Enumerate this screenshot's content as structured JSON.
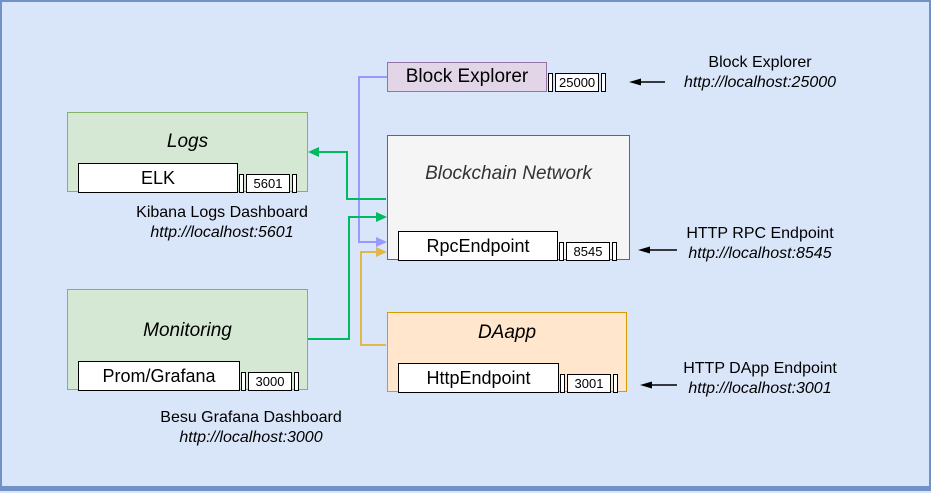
{
  "colors": {
    "canvas_bg": "#d9e5f8",
    "canvas_border": "#7191c7",
    "green_fill": "#d5e8d4",
    "green_border": "#82b366",
    "purple_fill": "#e1d5e7",
    "purple_border": "#9673a6",
    "gray_fill": "#f5f5f5",
    "gray_border": "#666666",
    "orange_fill": "#ffe6cc",
    "orange_border": "#d79b00",
    "conn_green": "#00ba5f",
    "conn_purple": "#9999ff",
    "conn_yellow": "#e2b648",
    "conn_black": "#000000"
  },
  "nodes": {
    "block_explorer": {
      "label": "Block Explorer",
      "port": "25000"
    },
    "logs": {
      "title": "Logs",
      "component": "ELK",
      "port": "5601"
    },
    "monitoring": {
      "title": "Monitoring",
      "component": "Prom/Grafana",
      "port": "3000"
    },
    "blockchain": {
      "title": "Blockchain Network",
      "component": "RpcEndpoint",
      "port": "8545"
    },
    "daapp": {
      "title": "DAapp",
      "component": "HttpEndpoint",
      "port": "3001"
    }
  },
  "captions": {
    "kibana": {
      "line1": "Kibana Logs Dashboard",
      "url": "http://localhost:5601"
    },
    "besu": {
      "line1": "Besu Grafana Dashboard",
      "url": "http://localhost:3000"
    }
  },
  "annotations": {
    "explorer": {
      "line1": "Block Explorer",
      "url": "http://localhost:25000"
    },
    "rpc": {
      "line1": "HTTP RPC Endpoint",
      "url": "http://localhost:8545"
    },
    "dapp": {
      "line1": "HTTP DApp Endpoint",
      "url": "http://localhost:3001"
    }
  }
}
